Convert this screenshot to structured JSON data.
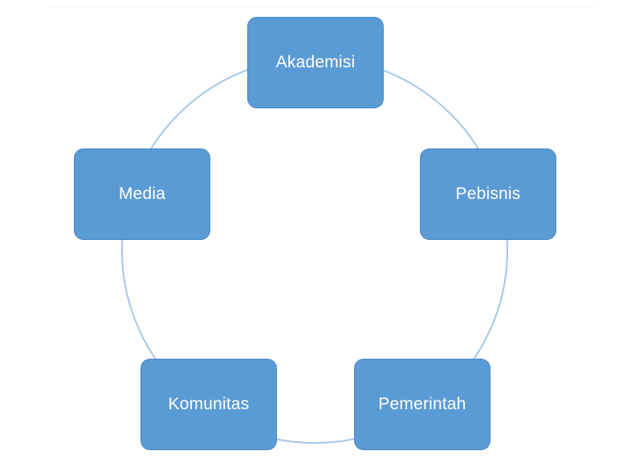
{
  "diagram": {
    "type": "cycle",
    "colors": {
      "node_fill": "#5b9bd5",
      "node_border": "#4a87c2",
      "node_text": "#ffffff",
      "ring_line": "#a6c6e6"
    },
    "nodes": [
      {
        "id": "akademisi",
        "label": "Akademisi"
      },
      {
        "id": "pebisnis",
        "label": "Pebisnis"
      },
      {
        "id": "pemerintah",
        "label": "Pemerintah"
      },
      {
        "id": "komunitas",
        "label": "Komunitas"
      },
      {
        "id": "media",
        "label": "Media"
      }
    ]
  }
}
